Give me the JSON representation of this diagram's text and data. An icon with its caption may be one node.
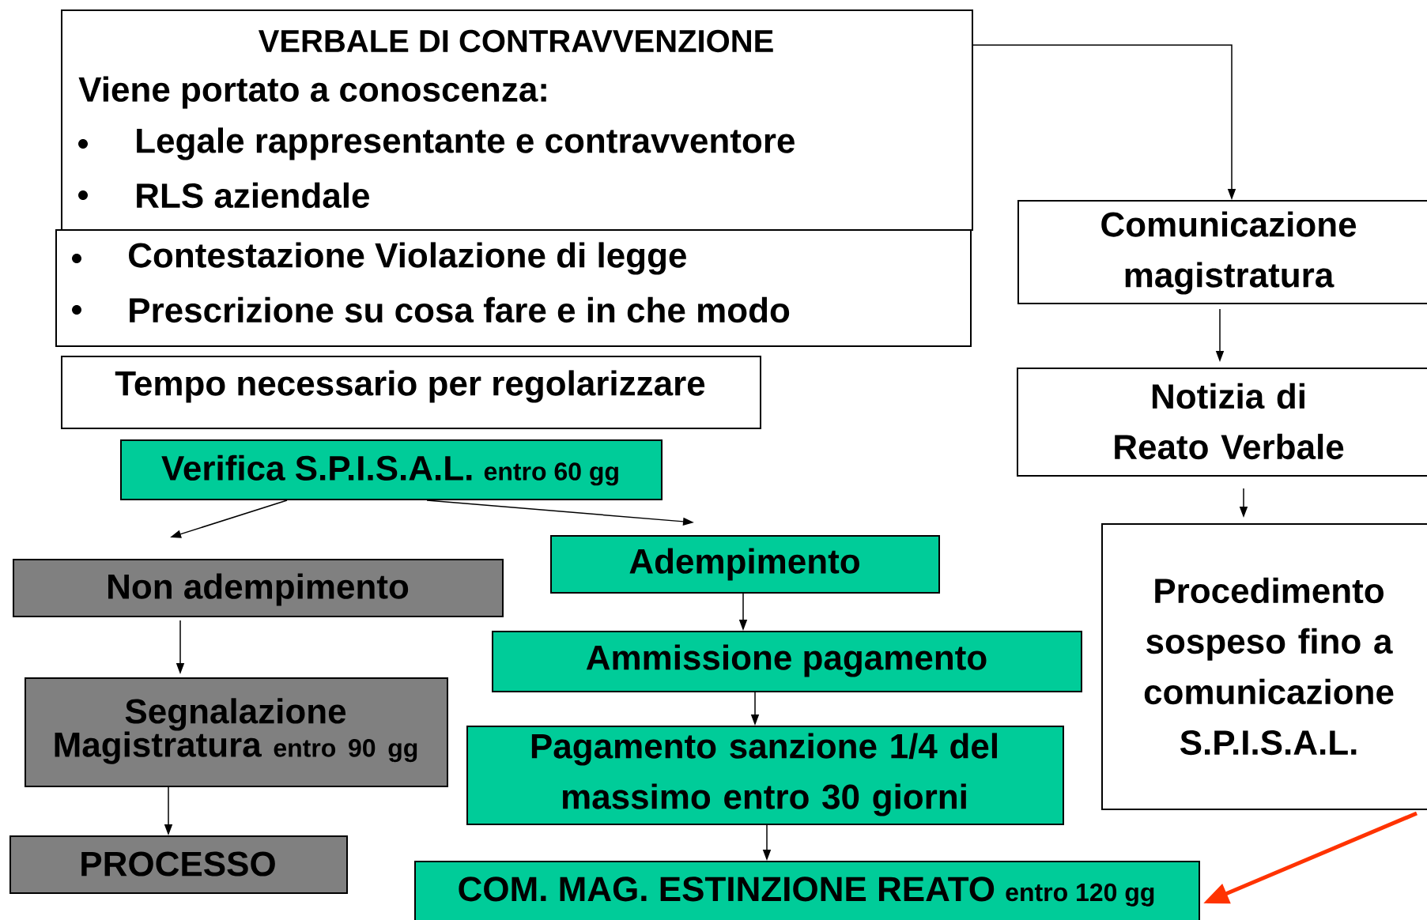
{
  "diagram": {
    "nodes": [
      {
        "text": [
          "VERBALE DI CONTRAVVENZIONE",
          "Viene portato a conoscenza:",
          "Legale rappresentante e contravventore",
          "RLS aziendale"
        ]
      },
      {
        "text": [
          "Contestazione Violazione di legge",
          "Prescrizione su cosa fare e in che modo"
        ]
      },
      {
        "text": [
          "Tempo necessario per regolarizzare"
        ]
      },
      {
        "text": [
          "Verifica S.P.I.S.A.L.",
          "entro 60 gg"
        ]
      },
      {
        "text": [
          "Non adempimento"
        ]
      },
      {
        "text": [
          "Adempimento"
        ]
      },
      {
        "text": [
          "Ammissione pagamento"
        ]
      },
      {
        "text": [
          "Segnalazione Magistratura",
          "entro 90 gg"
        ]
      },
      {
        "text": [
          "Pagamento sanzione 1/4 del massimo entro 30 giorni"
        ]
      },
      {
        "text": [
          "PROCESSO"
        ]
      },
      {
        "text": [
          "COM. MAG. ESTINZIONE REATO",
          "entro 120 gg"
        ]
      },
      {
        "text": [
          "Comunicazione magistratura"
        ]
      },
      {
        "text": [
          "Notizia di Reato Verbale"
        ]
      },
      {
        "text": [
          "Procedimento sospeso fino a comunicazione S.P.I.S.A.L."
        ]
      }
    ],
    "edges": [
      {
        "from": 0,
        "to": 11,
        "arrow": "to"
      },
      {
        "from": 11,
        "to": 12,
        "arrow": "to"
      },
      {
        "from": 12,
        "to": 13,
        "arrow": "to"
      },
      {
        "from": 3,
        "to": 4,
        "arrow": "to"
      },
      {
        "from": 3,
        "to": 5,
        "arrow": "to"
      },
      {
        "from": 4,
        "to": 7,
        "arrow": "to"
      },
      {
        "from": 7,
        "to": 9,
        "arrow": "to"
      },
      {
        "from": 5,
        "to": 6,
        "arrow": "to"
      },
      {
        "from": 6,
        "to": 8,
        "arrow": "to"
      },
      {
        "from": 8,
        "to": 10,
        "arrow": "to"
      },
      {
        "from": 13,
        "to": 10,
        "arrow": "to",
        "style": "thick",
        "color": "#ff3300"
      }
    ]
  }
}
